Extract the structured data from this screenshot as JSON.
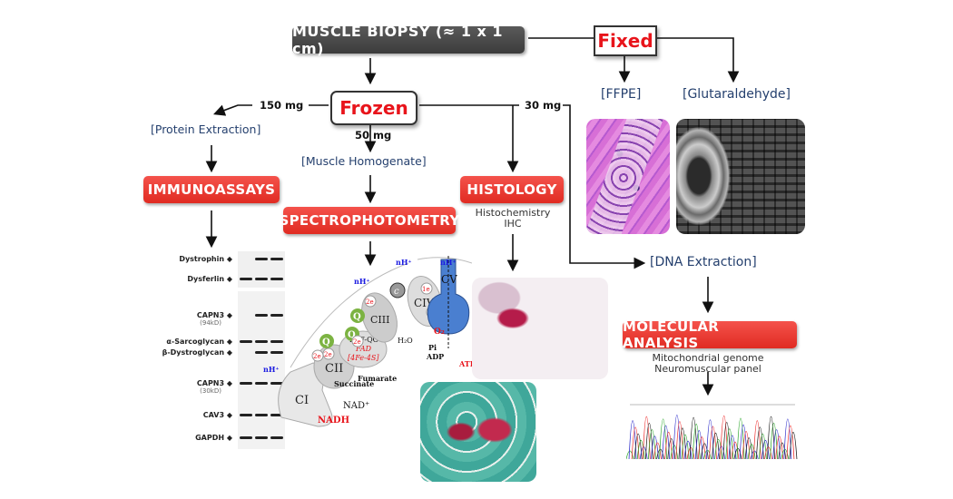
{
  "diagram": {
    "root": {
      "label": "MUSCLE BIOPSY (≈ 1 x 1 cm)"
    },
    "fixed": {
      "label": "Fixed",
      "branches": [
        "[FFPE]",
        "[Glutaraldehyde]"
      ]
    },
    "frozen": {
      "label": "Frozen"
    },
    "amounts": {
      "protein": "150 mg",
      "homogenate": "50 mg",
      "dna": "30 mg"
    },
    "preparations": {
      "protein": "[Protein Extraction]",
      "homogenate": "[Muscle Homogenate]",
      "dna": "[DNA Extraction]"
    },
    "techniques": {
      "immunoassays": "IMMUNOASSAYS",
      "spectrophotometry": "SPECTROPHOTOMETRY",
      "histology": {
        "label": "HISTOLOGY",
        "sub": [
          "Histochemistry",
          "IHC"
        ]
      },
      "molecular": {
        "label": "MOLECULAR ANALYSIS",
        "sub": [
          "Mitochondrial genome",
          "Neuromuscular panel"
        ]
      }
    },
    "western_blot": {
      "labels": [
        {
          "name": "Dystrophin"
        },
        {
          "name": "Dysferlin"
        },
        {
          "name": "CAPN3",
          "note": "(94kD)"
        },
        {
          "name": "α-Sarcoglycan"
        },
        {
          "name": "β-Dystroglycan"
        },
        {
          "name": "CAPN3",
          "note": "(30kD)"
        },
        {
          "name": "CAV3"
        },
        {
          "name": "GAPDH"
        }
      ]
    },
    "respiratory_chain": {
      "complexes": [
        "CI",
        "CII",
        "CIII",
        "CIV",
        "CV",
        "ETF-QO"
      ],
      "etf_cofactors": [
        "FAD",
        "[4Fe-4S]"
      ],
      "carriers": [
        "Q",
        "c"
      ],
      "electrons": [
        "2e",
        "1e"
      ],
      "substrates": {
        "nadh": "NADH",
        "nad": "NAD⁺",
        "succinate": "Succinate",
        "fumarate": "Fumarate",
        "o2": "O₂",
        "h2o": "H₂O",
        "pi": "Pi",
        "adp": "ADP",
        "atp": "ATP",
        "proton": "nH⁺"
      }
    },
    "colors": {
      "red_button": "#e8322a",
      "dark_box": "#464646",
      "blue_label": "#25406e",
      "fixed_frozen_text": "#e8141b",
      "proton": "#1a1ae0",
      "complex_v": "#4a7fd0"
    }
  }
}
